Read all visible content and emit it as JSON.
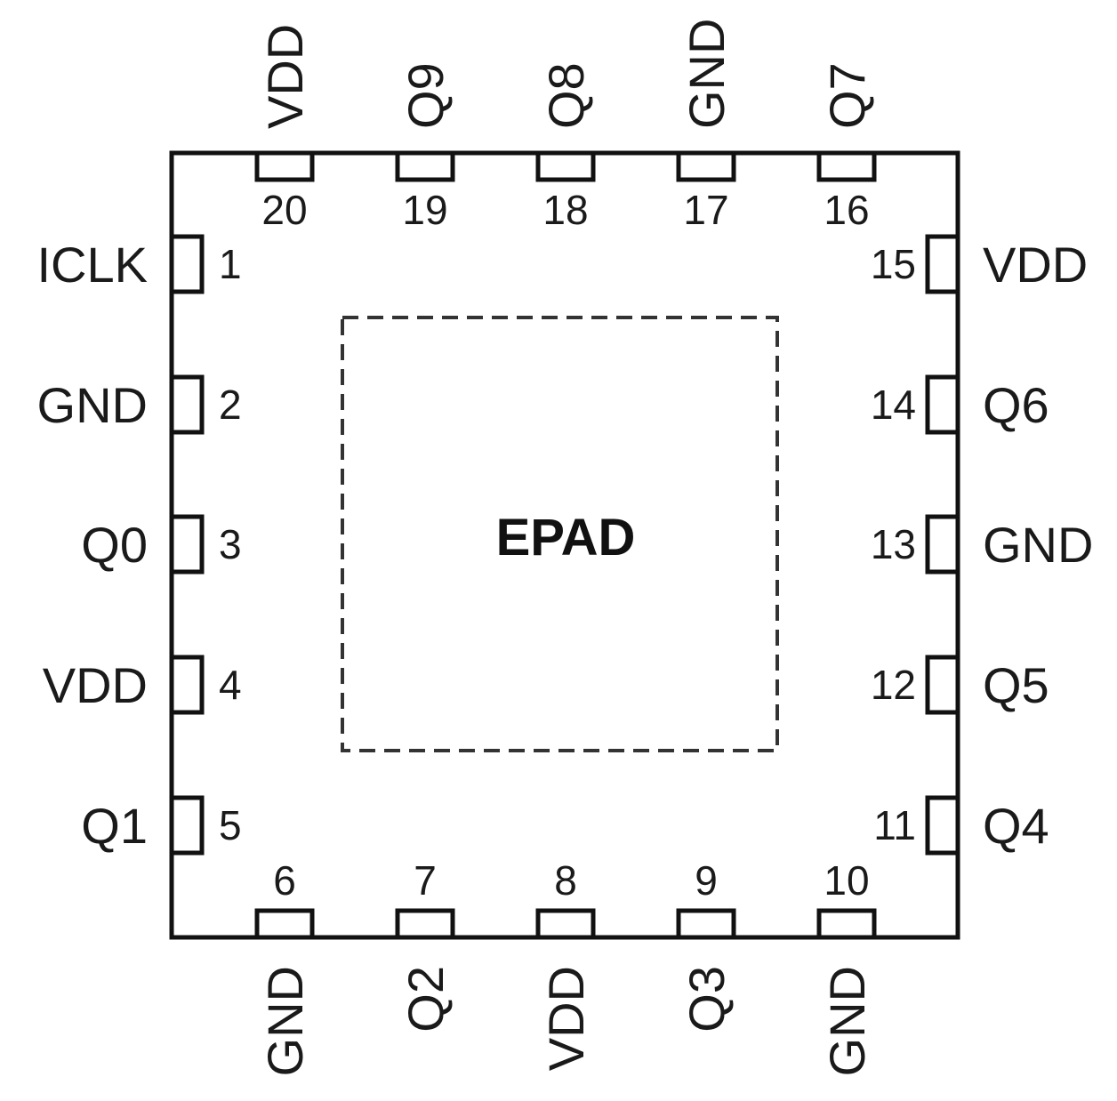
{
  "epad_label": "EPAD",
  "pins": [
    {
      "number": "1",
      "signal": "ICLK",
      "side": "left"
    },
    {
      "number": "2",
      "signal": "GND",
      "side": "left"
    },
    {
      "number": "3",
      "signal": "Q0",
      "side": "left"
    },
    {
      "number": "4",
      "signal": "VDD",
      "side": "left"
    },
    {
      "number": "5",
      "signal": "Q1",
      "side": "left"
    },
    {
      "number": "6",
      "signal": "GND",
      "side": "bottom"
    },
    {
      "number": "7",
      "signal": "Q2",
      "side": "bottom"
    },
    {
      "number": "8",
      "signal": "VDD",
      "side": "bottom"
    },
    {
      "number": "9",
      "signal": "Q3",
      "side": "bottom"
    },
    {
      "number": "10",
      "signal": "GND",
      "side": "bottom"
    },
    {
      "number": "11",
      "signal": "Q4",
      "side": "right"
    },
    {
      "number": "12",
      "signal": "Q5",
      "side": "right"
    },
    {
      "number": "13",
      "signal": "GND",
      "side": "right"
    },
    {
      "number": "14",
      "signal": "Q6",
      "side": "right"
    },
    {
      "number": "15",
      "signal": "VDD",
      "side": "right"
    },
    {
      "number": "16",
      "signal": "Q7",
      "side": "top"
    },
    {
      "number": "17",
      "signal": "GND",
      "side": "top"
    },
    {
      "number": "18",
      "signal": "Q8",
      "side": "top"
    },
    {
      "number": "19",
      "signal": "Q9",
      "side": "top"
    },
    {
      "number": "20",
      "signal": "VDD",
      "side": "top"
    }
  ]
}
